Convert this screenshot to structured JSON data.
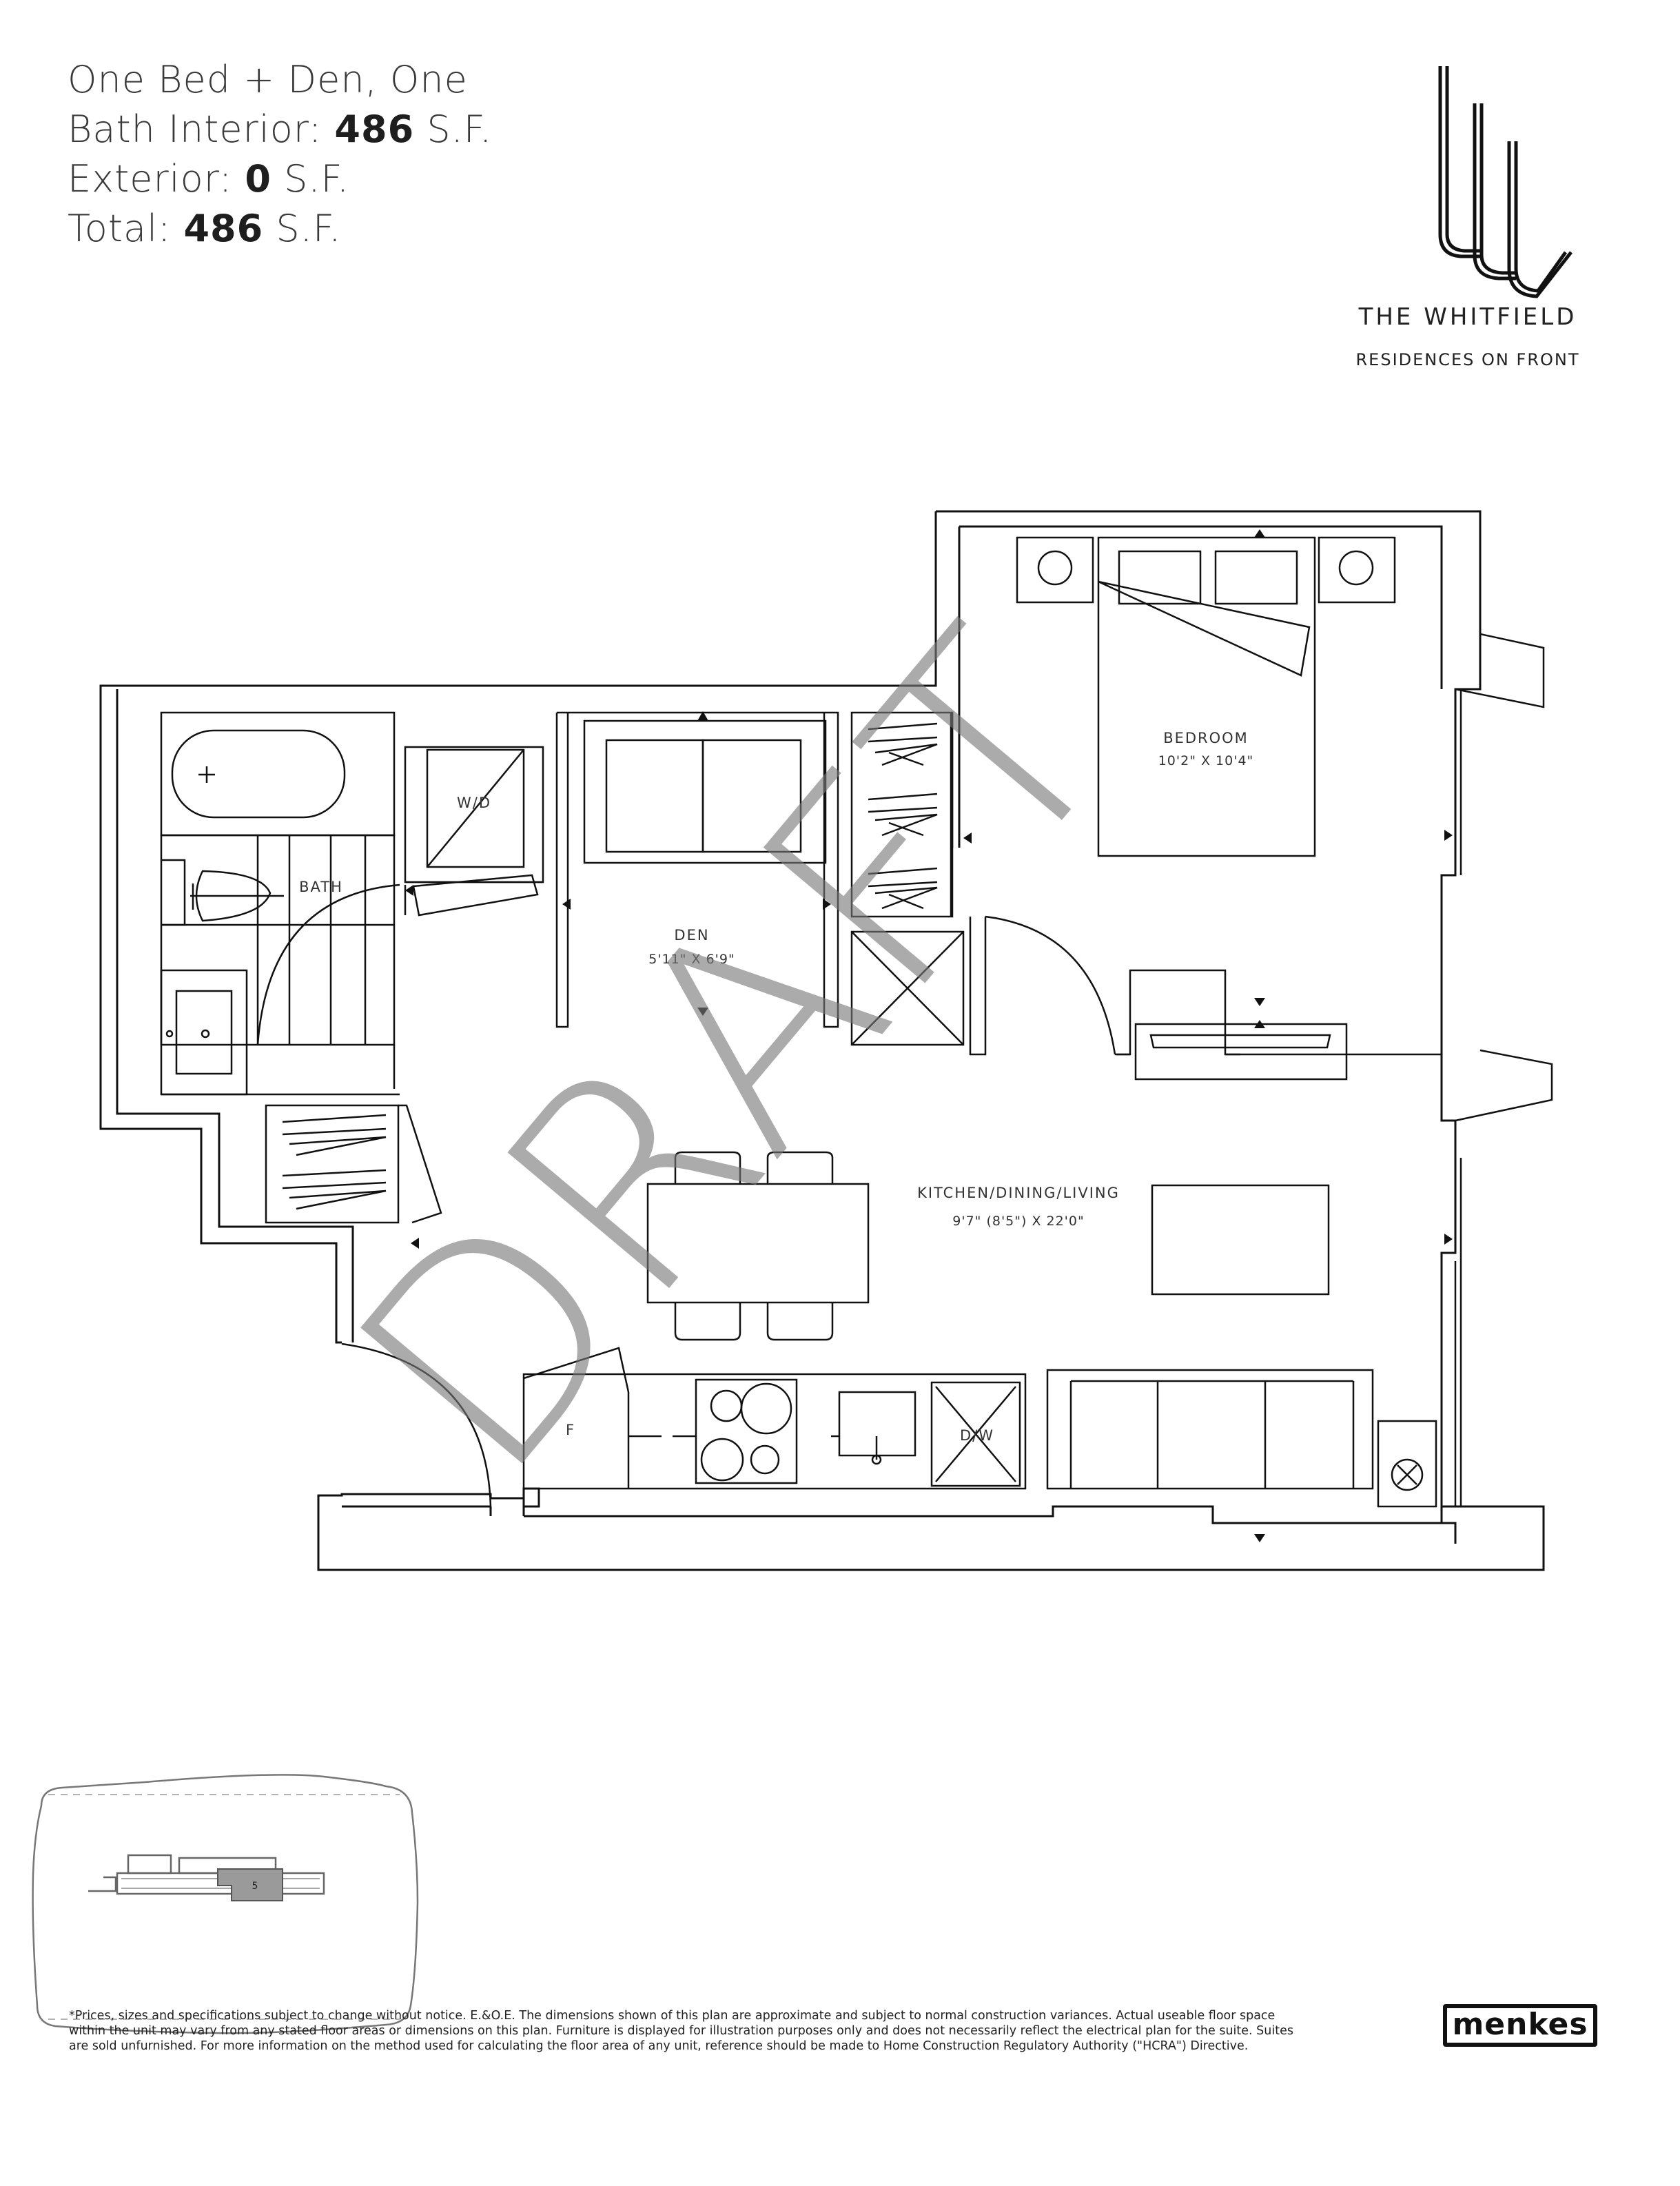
{
  "header": {
    "line1": "One Bed + Den, One",
    "line2_prefix": "Bath Interior: ",
    "interior_value": "486",
    "unit1": " S.F.",
    "line3_prefix": "Exterior: ",
    "exterior_value": "0",
    "unit2": " S.F.",
    "line4_prefix": "Total: ",
    "total_value": "486",
    "unit3": " S.F."
  },
  "brand": {
    "name": "THE WHITFIELD",
    "subtitle": "RESIDENCES ON FRONT"
  },
  "rooms": {
    "bedroom": {
      "name": "BEDROOM",
      "size": "10'2\" X 10'4\""
    },
    "den": {
      "name": "DEN",
      "size": "5'11\" X 6'9\""
    },
    "bath": {
      "name": "BATH"
    },
    "wd": {
      "name": "W/D"
    },
    "kitchen": {
      "name": "KITCHEN/DINING/LIVING",
      "size": "9'7\" (8'5\") X 22'0\""
    },
    "fridge": {
      "name": "F"
    },
    "dishwasher": {
      "name": "D/W"
    }
  },
  "watermark": "DRAFT",
  "keyplan": {
    "suite_number": "5"
  },
  "disclaimer": {
    "line1": "*Prices, sizes and specifications subject to change without notice. E.&O.E. The dimensions shown of this plan are approximate and subject to normal construction variances. Actual useable floor space",
    "line2": "within the unit may vary from any stated floor areas or dimensions on this plan. Furniture is displayed for illustration purposes only and does not necessarily reflect the electrical plan for the suite. Suites",
    "line3": "are sold unfurnished. For more information on the method used for calculating the floor area of any unit, reference should be made to Home Construction Regulatory Authority (\"HCRA\") Directive."
  },
  "developer_logo": "menkes"
}
